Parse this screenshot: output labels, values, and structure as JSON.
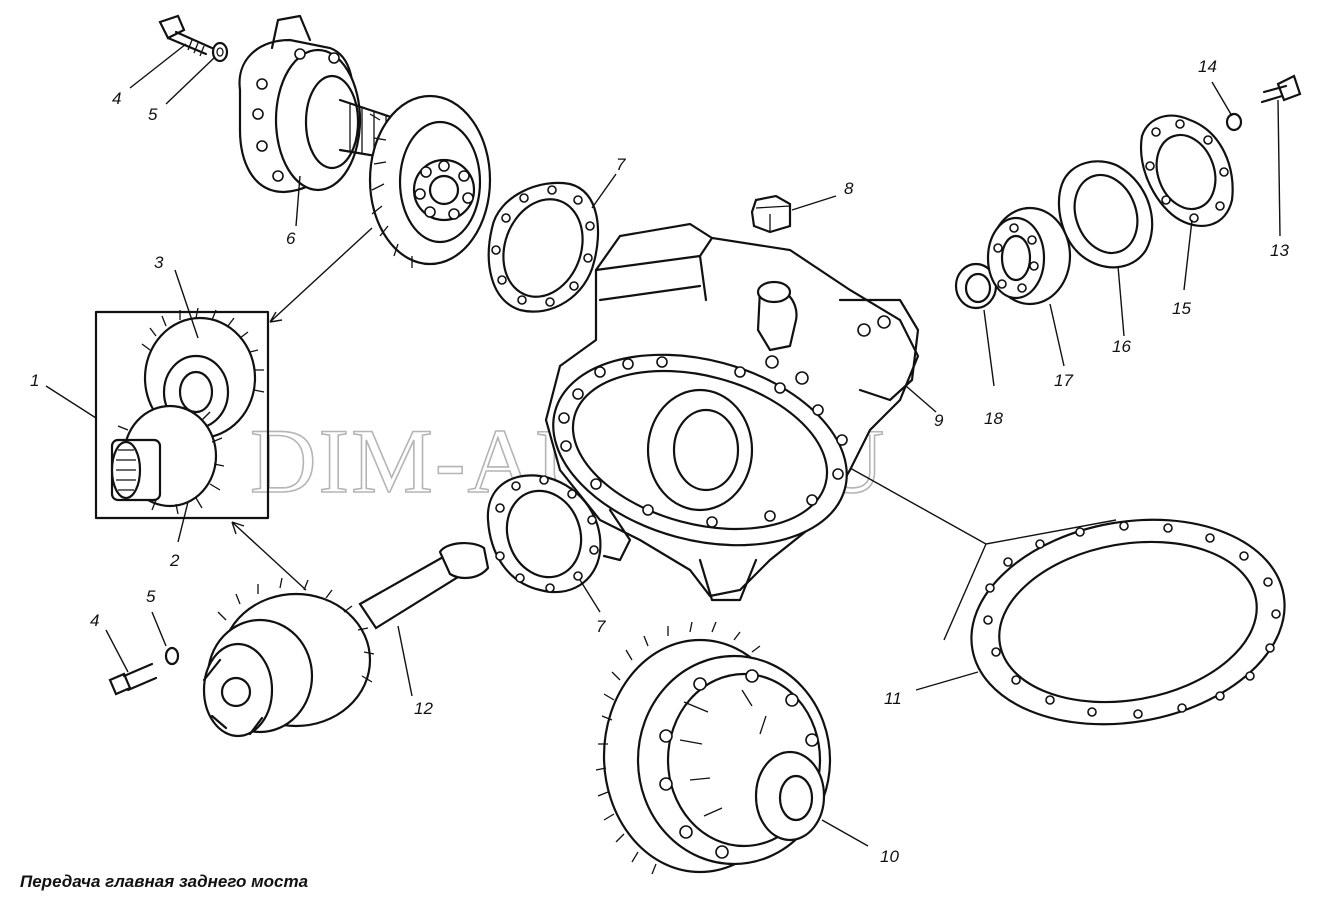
{
  "caption": "Передача главная заднего моста",
  "watermark": "DIM-AUTO.RU",
  "callouts": [
    "1",
    "2",
    "3",
    "4",
    "5",
    "6",
    "7",
    "8",
    "9",
    "10",
    "11",
    "12",
    "13",
    "14",
    "15",
    "16",
    "17",
    "18",
    "4",
    "5",
    "7"
  ],
  "colors": {
    "line": "#111111",
    "watermark": "#b5b5b5",
    "background": "#ffffff"
  }
}
